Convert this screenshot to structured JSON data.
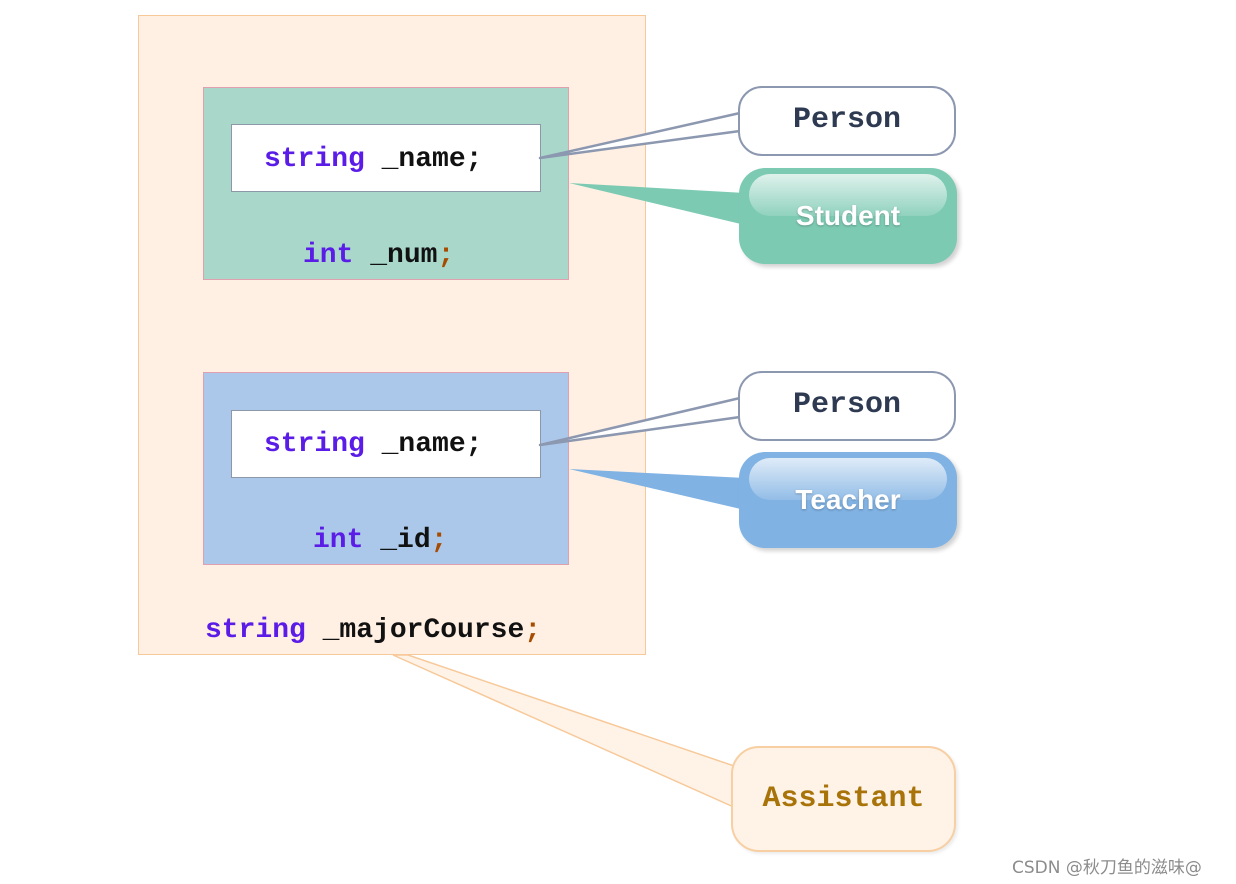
{
  "outer": {
    "major": {
      "kw": "string",
      "name": " _majorCourse",
      "semi": ";"
    }
  },
  "student": {
    "name_decl": {
      "kw": "string",
      "name": " _name;"
    },
    "member": {
      "kw": "int",
      "name": " _num",
      "semi": ";"
    }
  },
  "teacher": {
    "name_decl": {
      "kw": "string",
      "name": " _name;"
    },
    "member": {
      "kw": "int",
      "name": " _id",
      "semi": ";"
    }
  },
  "callouts": {
    "person_1": "Person",
    "student": "Student",
    "person_2": "Person",
    "teacher": "Teacher",
    "assistant": "Assistant"
  },
  "colors": {
    "student": "#7dcab3",
    "teacher": "#80b2e3",
    "assistant": "#fff3e8",
    "person_border": "#8c97b0",
    "keyword": "#5a1ce6"
  },
  "watermark": "CSDN @秋刀鱼的滋味@"
}
